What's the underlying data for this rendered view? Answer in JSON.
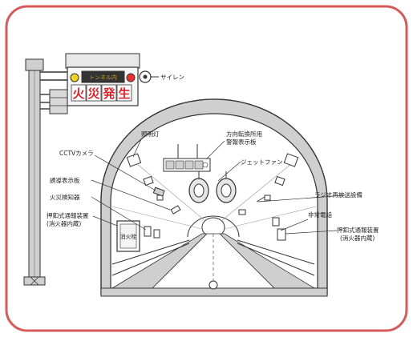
{
  "colors": {
    "frame_border": "#d65a5a",
    "sign_text": "#d8232a",
    "lamp_yellow": "#f2d21e",
    "lamp_red": "#e8322e",
    "gray_fill": "#cfcfcf",
    "ink": "#333333"
  },
  "signal_board": {
    "display_text": "トンネル内",
    "warning_chars": [
      "火",
      "災",
      "発",
      "生"
    ]
  },
  "labels": {
    "siren": "サイレン",
    "cctv": "CCTVカメラ",
    "lighting": "照明灯",
    "direction_sign": "方向転換所用\n警報表示板",
    "jet_fan": "ジェットファン",
    "guide_sign": "誘導表示板",
    "fire_detector": "火災検知器",
    "radio": "ラジオ再放送設備",
    "emergency_phone": "非常電話",
    "alarm_left": "押釦式通報装置\n(消火器内蔵)",
    "alarm_right": "押釦式通報装置\n(消火器内蔵)",
    "extinguisher": "消火栓"
  },
  "icons": {
    "lamp": "circle-lamp",
    "siren": "siren-icon",
    "fan": "jet-fan-icon"
  }
}
